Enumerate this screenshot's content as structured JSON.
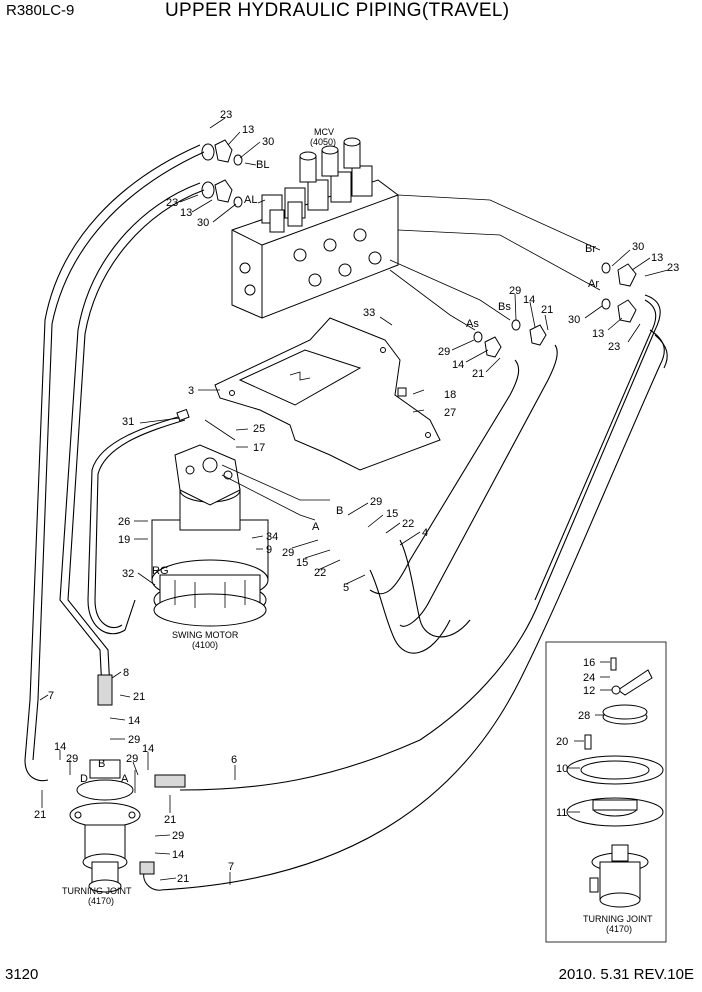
{
  "header": {
    "model": "R380LC-9",
    "title": "UPPER HYDRAULIC PIPING(TRAVEL)"
  },
  "footer": {
    "page_number": "3120",
    "date_revision": "2010. 5.31  REV.10E"
  },
  "components": {
    "mcv": {
      "name": "MCV",
      "code": "(4050)"
    },
    "swing_motor": {
      "name": "SWING MOTOR",
      "code": "(4100)"
    },
    "turning_joint": {
      "name": "TURNING JOINT",
      "code": "(4170)"
    },
    "turning_joint_detail": {
      "name": "TURNING JOINT",
      "code": "(4170)"
    }
  },
  "port_labels": {
    "bl": "BL",
    "al": "AL",
    "br": "Br",
    "ar": "Ar",
    "bs": "Bs",
    "as": "As",
    "a_sm": "A",
    "b_sm": "B",
    "rg": "RG",
    "b_tj": "B",
    "d_tj": "D",
    "a_tj": "A"
  },
  "part_numbers": {
    "p23a": "23",
    "p13a": "13",
    "p30a": "30",
    "p23b": "23",
    "p13b": "13",
    "p30b": "30",
    "p30c": "30",
    "p13c": "13",
    "p23c": "23",
    "p30d": "30",
    "p13d": "13",
    "p23d": "23",
    "p33": "33",
    "p29a": "29",
    "p14a": "14",
    "p21a": "21",
    "p29b": "29",
    "p14b": "14",
    "p21b": "21",
    "p3": "3",
    "p18": "18",
    "p27": "27",
    "p31": "31",
    "p25": "25",
    "p17": "17",
    "p29c": "29",
    "p15a": "15",
    "p22a": "22",
    "p4": "4",
    "p29d": "29",
    "p15b": "15",
    "p22b": "22",
    "p5": "5",
    "p26": "26",
    "p19": "19",
    "p34": "34",
    "p9": "9",
    "p32": "32",
    "p8": "8",
    "p21c": "21",
    "p14c": "14",
    "p29e": "29",
    "p7a": "7",
    "p14d": "14",
    "p29f": "29",
    "p21d": "21",
    "p29g": "29",
    "p14e": "14",
    "p6": "6",
    "p21e": "21",
    "p29h": "29",
    "p14f": "14",
    "p21f": "21",
    "p7b": "7",
    "d16": "16",
    "d24": "24",
    "d12": "12",
    "d28": "28",
    "d20": "20",
    "d10": "10",
    "d11": "11"
  }
}
